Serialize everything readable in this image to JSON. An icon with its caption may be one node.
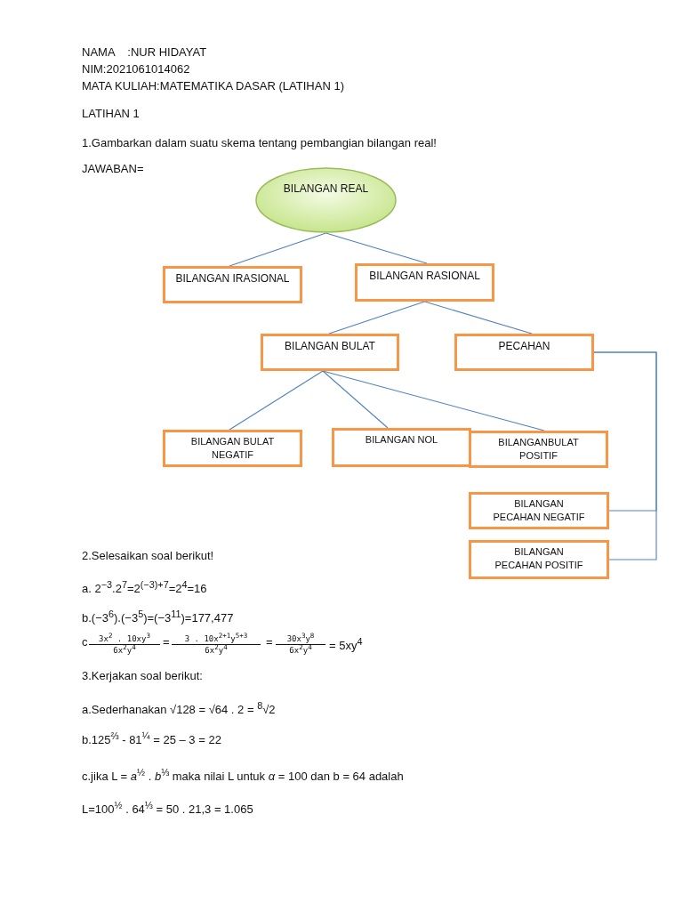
{
  "diagram": {
    "nodes": [
      {
        "text": [
          "BILANGAN REAL"
        ]
      },
      {
        "text": [
          "BILANGAN IRASIONAL"
        ]
      },
      {
        "text": [
          "BILANGAN RASIONAL"
        ]
      },
      {
        "text": [
          "BILANGAN BULAT"
        ]
      },
      {
        "text": [
          "PECAHAN"
        ]
      },
      {
        "text": [
          "BILANGAN BULAT NEGATIF"
        ]
      },
      {
        "text": [
          "BILANGAN NOL"
        ]
      },
      {
        "text": [
          "BILANGANBULAT POSITIF"
        ]
      },
      {
        "text": [
          "BILANGAN PECAHAN NEGATIF"
        ]
      },
      {
        "text": [
          "BILANGAN PECAHAN POSITIF"
        ]
      }
    ],
    "edges": [
      {
        "from": 0,
        "to": 1,
        "arrow": "none"
      },
      {
        "from": 0,
        "to": 2,
        "arrow": "none"
      },
      {
        "from": 2,
        "to": 3,
        "arrow": "none"
      },
      {
        "from": 2,
        "to": 4,
        "arrow": "none"
      },
      {
        "from": 3,
        "to": 5,
        "arrow": "none"
      },
      {
        "from": 3,
        "to": 6,
        "arrow": "none"
      },
      {
        "from": 3,
        "to": 7,
        "arrow": "none"
      },
      {
        "from": 4,
        "to": 8,
        "arrow": "none"
      },
      {
        "from": 4,
        "to": 9,
        "arrow": "none"
      }
    ],
    "labels": [
      "NAMA    :NUR HIDAYAT",
      "NIM:2021061014062",
      "MATA KULIAH:MATEMATIKA DASAR (LATIHAN 1)",
      "LATIHAN 1",
      "1.Gambarkan dalam suatu skema tentang pembangian bilangan real!",
      "JAWABAN=",
      "2.Selesaikan soal berikut!",
      "a. 2$^{−3}$.2$^{7}$=2$^{(−3)+7}$=2$^{4}$=16",
      "b.(−3$^{6}$).(−3$^{5}$)=(−3$^{11}$)=177,477",
      "c",
      "3x$^{2}$ . 10xy$^{3}$",
      "6x$^{2}$y$^{4}$",
      "=",
      "3 . 10x$^{2+1}$y$^{5+3}$",
      "6x$^{2}$y$^{4}$",
      "=",
      "30x$^{3}$y$^{8}$",
      "6x$^{2}$y$^{4}$",
      "= 5xy$^{4}$",
      "3.Kerjakan soal berikut:",
      "a.Sederhanakan √128 = √64 . 2 = $^{8}$√2",
      "b.125$^{⅔}$ - 81$^{¼}$ = 25 – 3 = 22",
      "c.jika L = *a*$^{½}$ . *b*$^{⅓}$ maka nilai L untuk *α* = 100 dan b = 64 adalah",
      "L=100$^{½}$ . 64$^{⅓}$ = 50 . 21,3 = 1.065"
    ]
  }
}
